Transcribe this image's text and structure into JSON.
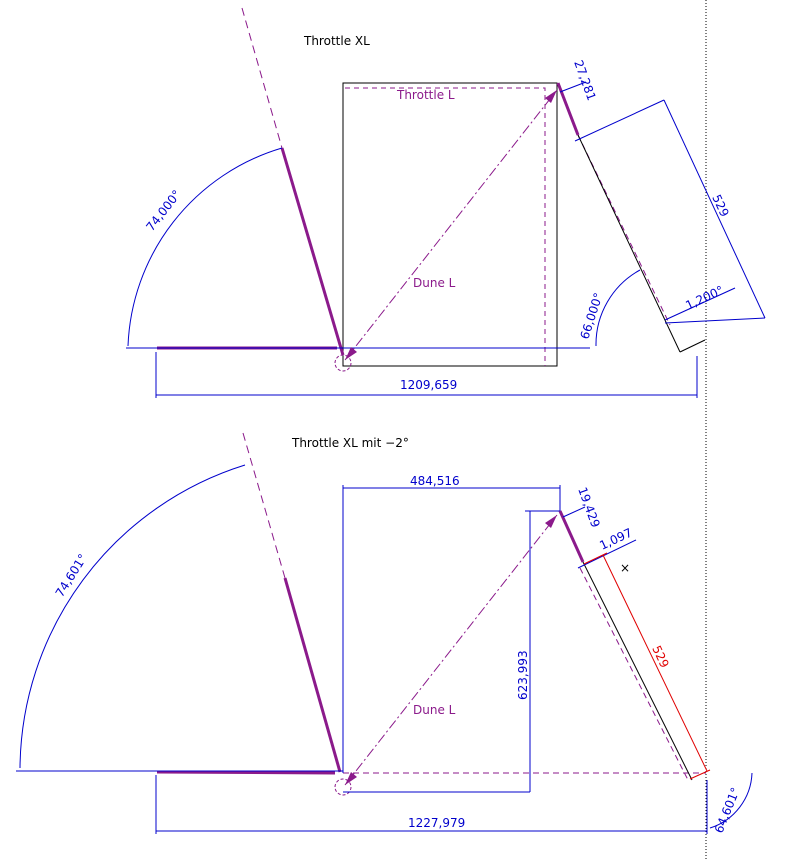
{
  "colors": {
    "dimension": "#0000cc",
    "part": "#8b1a8b",
    "outline": "#000000",
    "highlight": "#e00000"
  },
  "top": {
    "title": "Throttle XL",
    "label_throttle_l": "Throttle L",
    "label_dune_l": "Dune L",
    "dim_angle_left": "74,000°",
    "dim_angle_right": "66,000°",
    "dim_27": "27,281",
    "dim_529": "529",
    "dim_1200": "1,200°",
    "dim_width": "1209,659"
  },
  "bottom": {
    "title": "Throttle XL mit −2°",
    "label_dune_l": "Dune L",
    "dim_angle_left": "74,601°",
    "dim_angle_right": "64,601°",
    "dim_484": "484,516",
    "dim_623": "623,993",
    "dim_19": "19,429",
    "dim_1097": "1,097",
    "dim_529": "529",
    "dim_width": "1227,979",
    "marker": "×"
  }
}
